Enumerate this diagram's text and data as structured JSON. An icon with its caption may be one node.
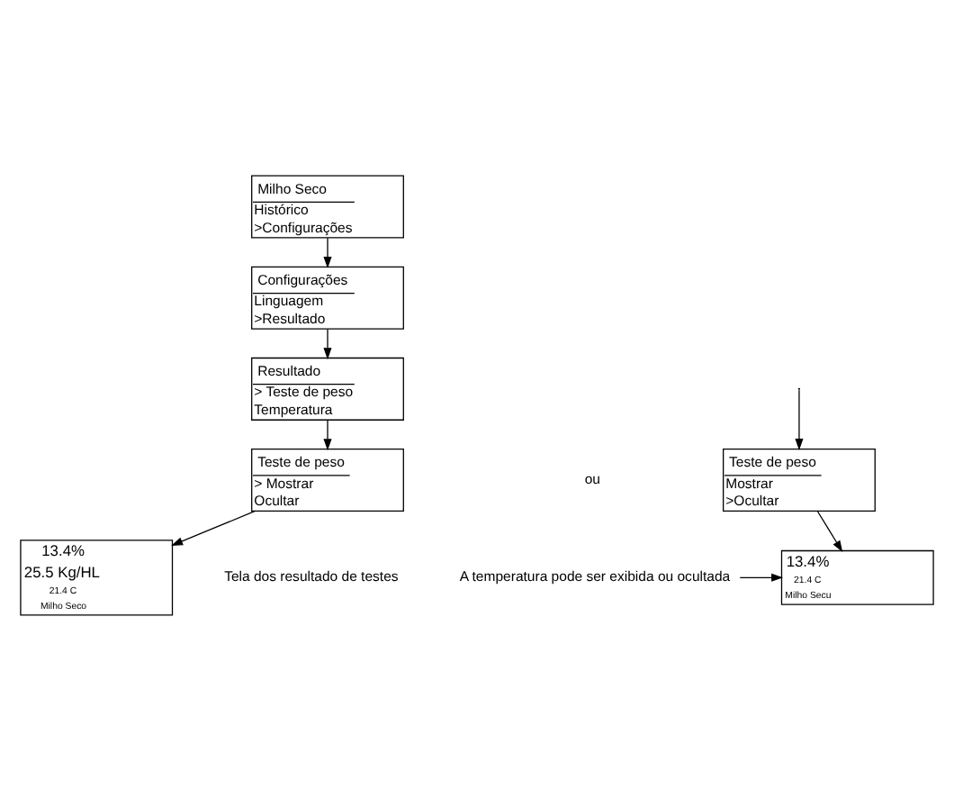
{
  "diagram": {
    "nodes": [
      {
        "text": [
          "Milho Seco",
          "Histórico",
          ">Configurações"
        ]
      },
      {
        "text": [
          "Configurações",
          "Linguagem",
          ">Resultado"
        ]
      },
      {
        "text": [
          "Resultado",
          "> Teste de peso",
          "Temperatura"
        ]
      },
      {
        "text": [
          "Teste de peso",
          "> Mostrar",
          "Ocultar"
        ]
      },
      {
        "text": [
          "Teste de peso",
          "Mostrar",
          ">Ocultar"
        ]
      },
      {
        "text": [
          "13.4%",
          "25.5 Kg/HL",
          "21.4 C",
          "Milho Seco"
        ],
        "beside": [
          "Tela dos resultado de testes"
        ]
      },
      {
        "text": [
          "13.4%",
          "21.4 C",
          "Milho Secu"
        ]
      },
      {
        "text": [
          "A temperatura pode ser exibida ou ocultada"
        ]
      }
    ],
    "edges": [
      {
        "from": 0,
        "to": 1,
        "arrow": "to"
      },
      {
        "from": 1,
        "to": 2,
        "arrow": "to"
      },
      {
        "from": 2,
        "to": 3,
        "arrow": "to"
      },
      {
        "from": null,
        "to": 4,
        "arrow": "to"
      },
      {
        "from": 3,
        "to": 5,
        "arrow": "to"
      },
      {
        "from": 4,
        "to": 6,
        "arrow": "to"
      },
      {
        "from": 7,
        "to": 6,
        "arrow": "to"
      }
    ],
    "labels": [
      "ou"
    ]
  }
}
